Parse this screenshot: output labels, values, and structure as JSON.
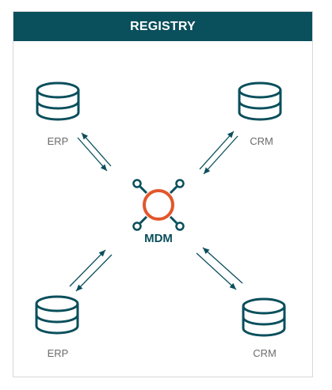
{
  "header": {
    "title": "REGISTRY"
  },
  "hub": {
    "label": "MDM",
    "icon": "hub-network-icon"
  },
  "nodes": [
    {
      "label": "ERP",
      "icon": "database-icon"
    },
    {
      "label": "CRM",
      "icon": "database-icon"
    },
    {
      "label": "ERP",
      "icon": "database-icon"
    },
    {
      "label": "CRM",
      "icon": "database-icon"
    }
  ],
  "colors": {
    "header_bg": "#0a4f5c",
    "stroke": "#0a4f5c",
    "hub_ring": "#e2572b",
    "label_gray": "#6b6b6b"
  }
}
